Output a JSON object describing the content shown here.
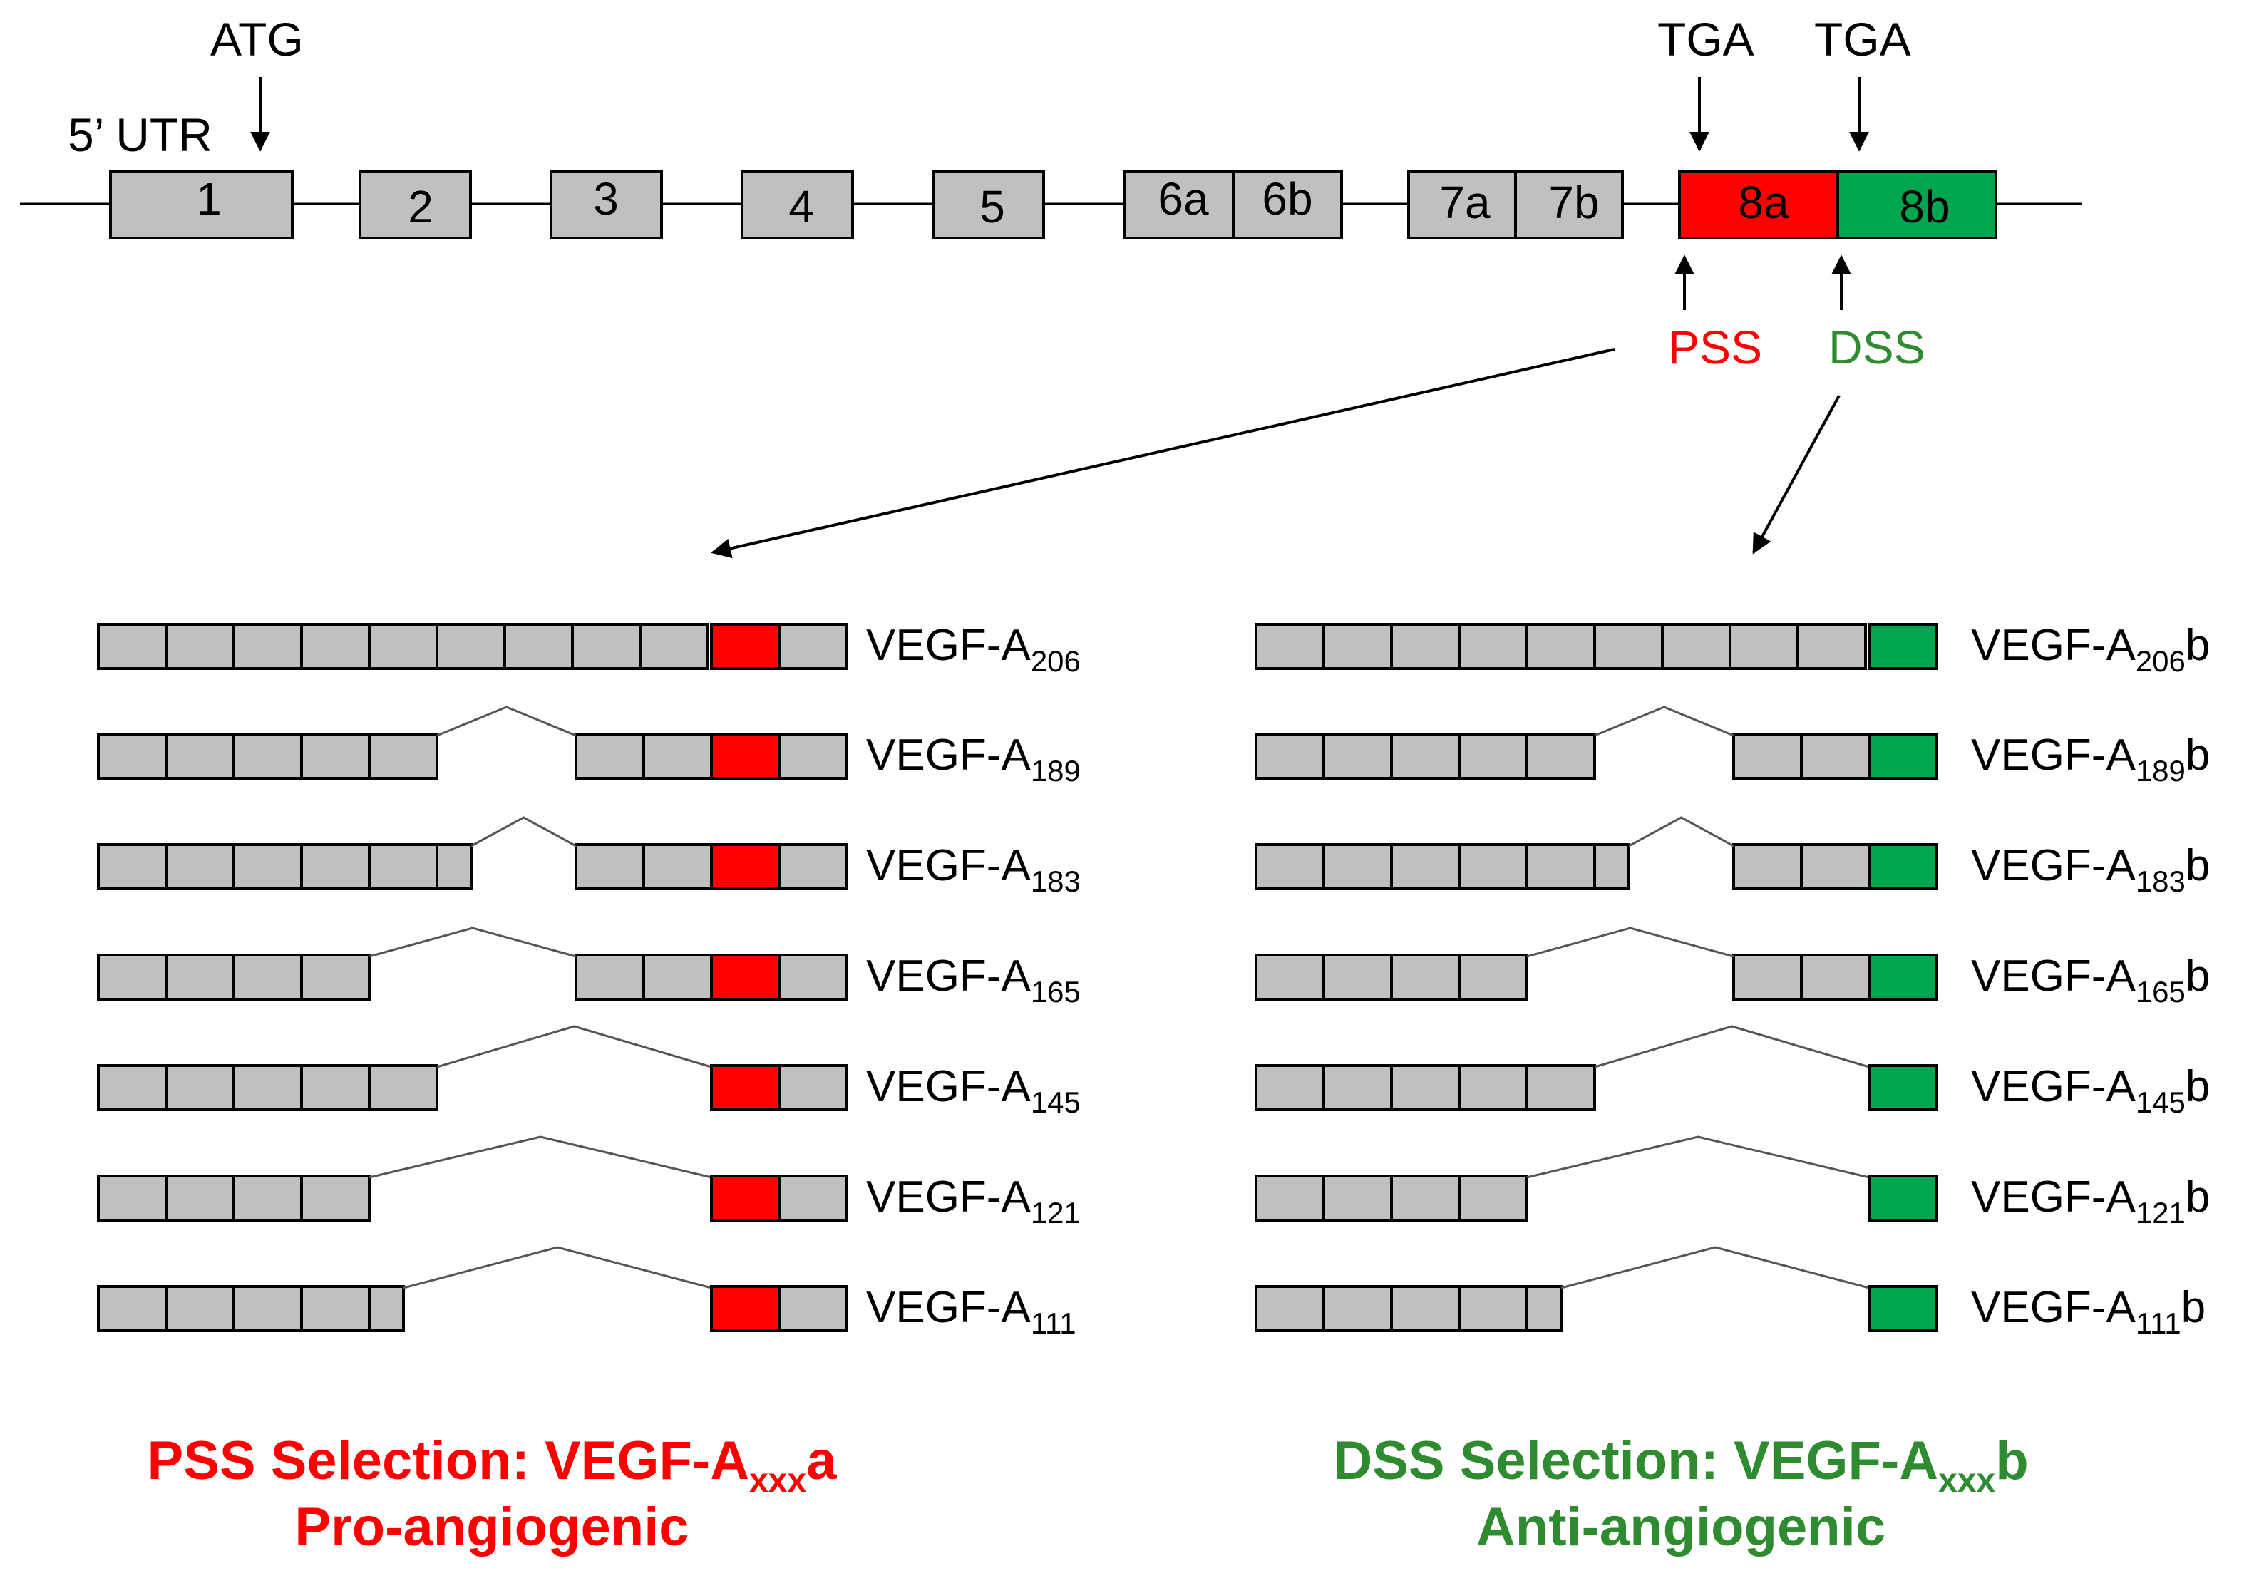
{
  "gene": {
    "exons": [
      {
        "label": "1"
      },
      {
        "label": "2"
      },
      {
        "label": "3"
      },
      {
        "label": "4"
      },
      {
        "label": "5"
      },
      {
        "label": "6a"
      },
      {
        "label": "6b"
      },
      {
        "label": "7a"
      },
      {
        "label": "7b"
      },
      {
        "label": "8a"
      },
      {
        "label": "8b"
      }
    ],
    "utr_label": "5’ UTR",
    "start_codon": "ATG",
    "stop_codon_1": "TGA",
    "stop_codon_2": "TGA",
    "pss_label": "PSS",
    "dss_label": "DSS"
  },
  "isoforms": {
    "prefix": "VEGF-A",
    "a_family": [
      "206",
      "189",
      "183",
      "165",
      "145",
      "121",
      "111"
    ],
    "b_family": [
      "206",
      "189",
      "183",
      "165",
      "145",
      "121",
      "111"
    ],
    "b_suffix": "b"
  },
  "captions": {
    "pss_title": "PSS Selection: VEGF-A",
    "pss_sub": "xxx",
    "pss_suffix": "a",
    "pss_line2": "Pro-angiogenic",
    "dss_title": "DSS Selection: VEGF-A",
    "dss_sub": "xxx",
    "dss_suffix": "b",
    "dss_line2": "Anti-angiogenic"
  },
  "colors": {
    "exon_gray": "#c0c0c0",
    "proximal_red": "#ff0000",
    "distal_green": "#00a550",
    "caption_red": "#ff0000",
    "caption_green": "#2e8b30"
  }
}
